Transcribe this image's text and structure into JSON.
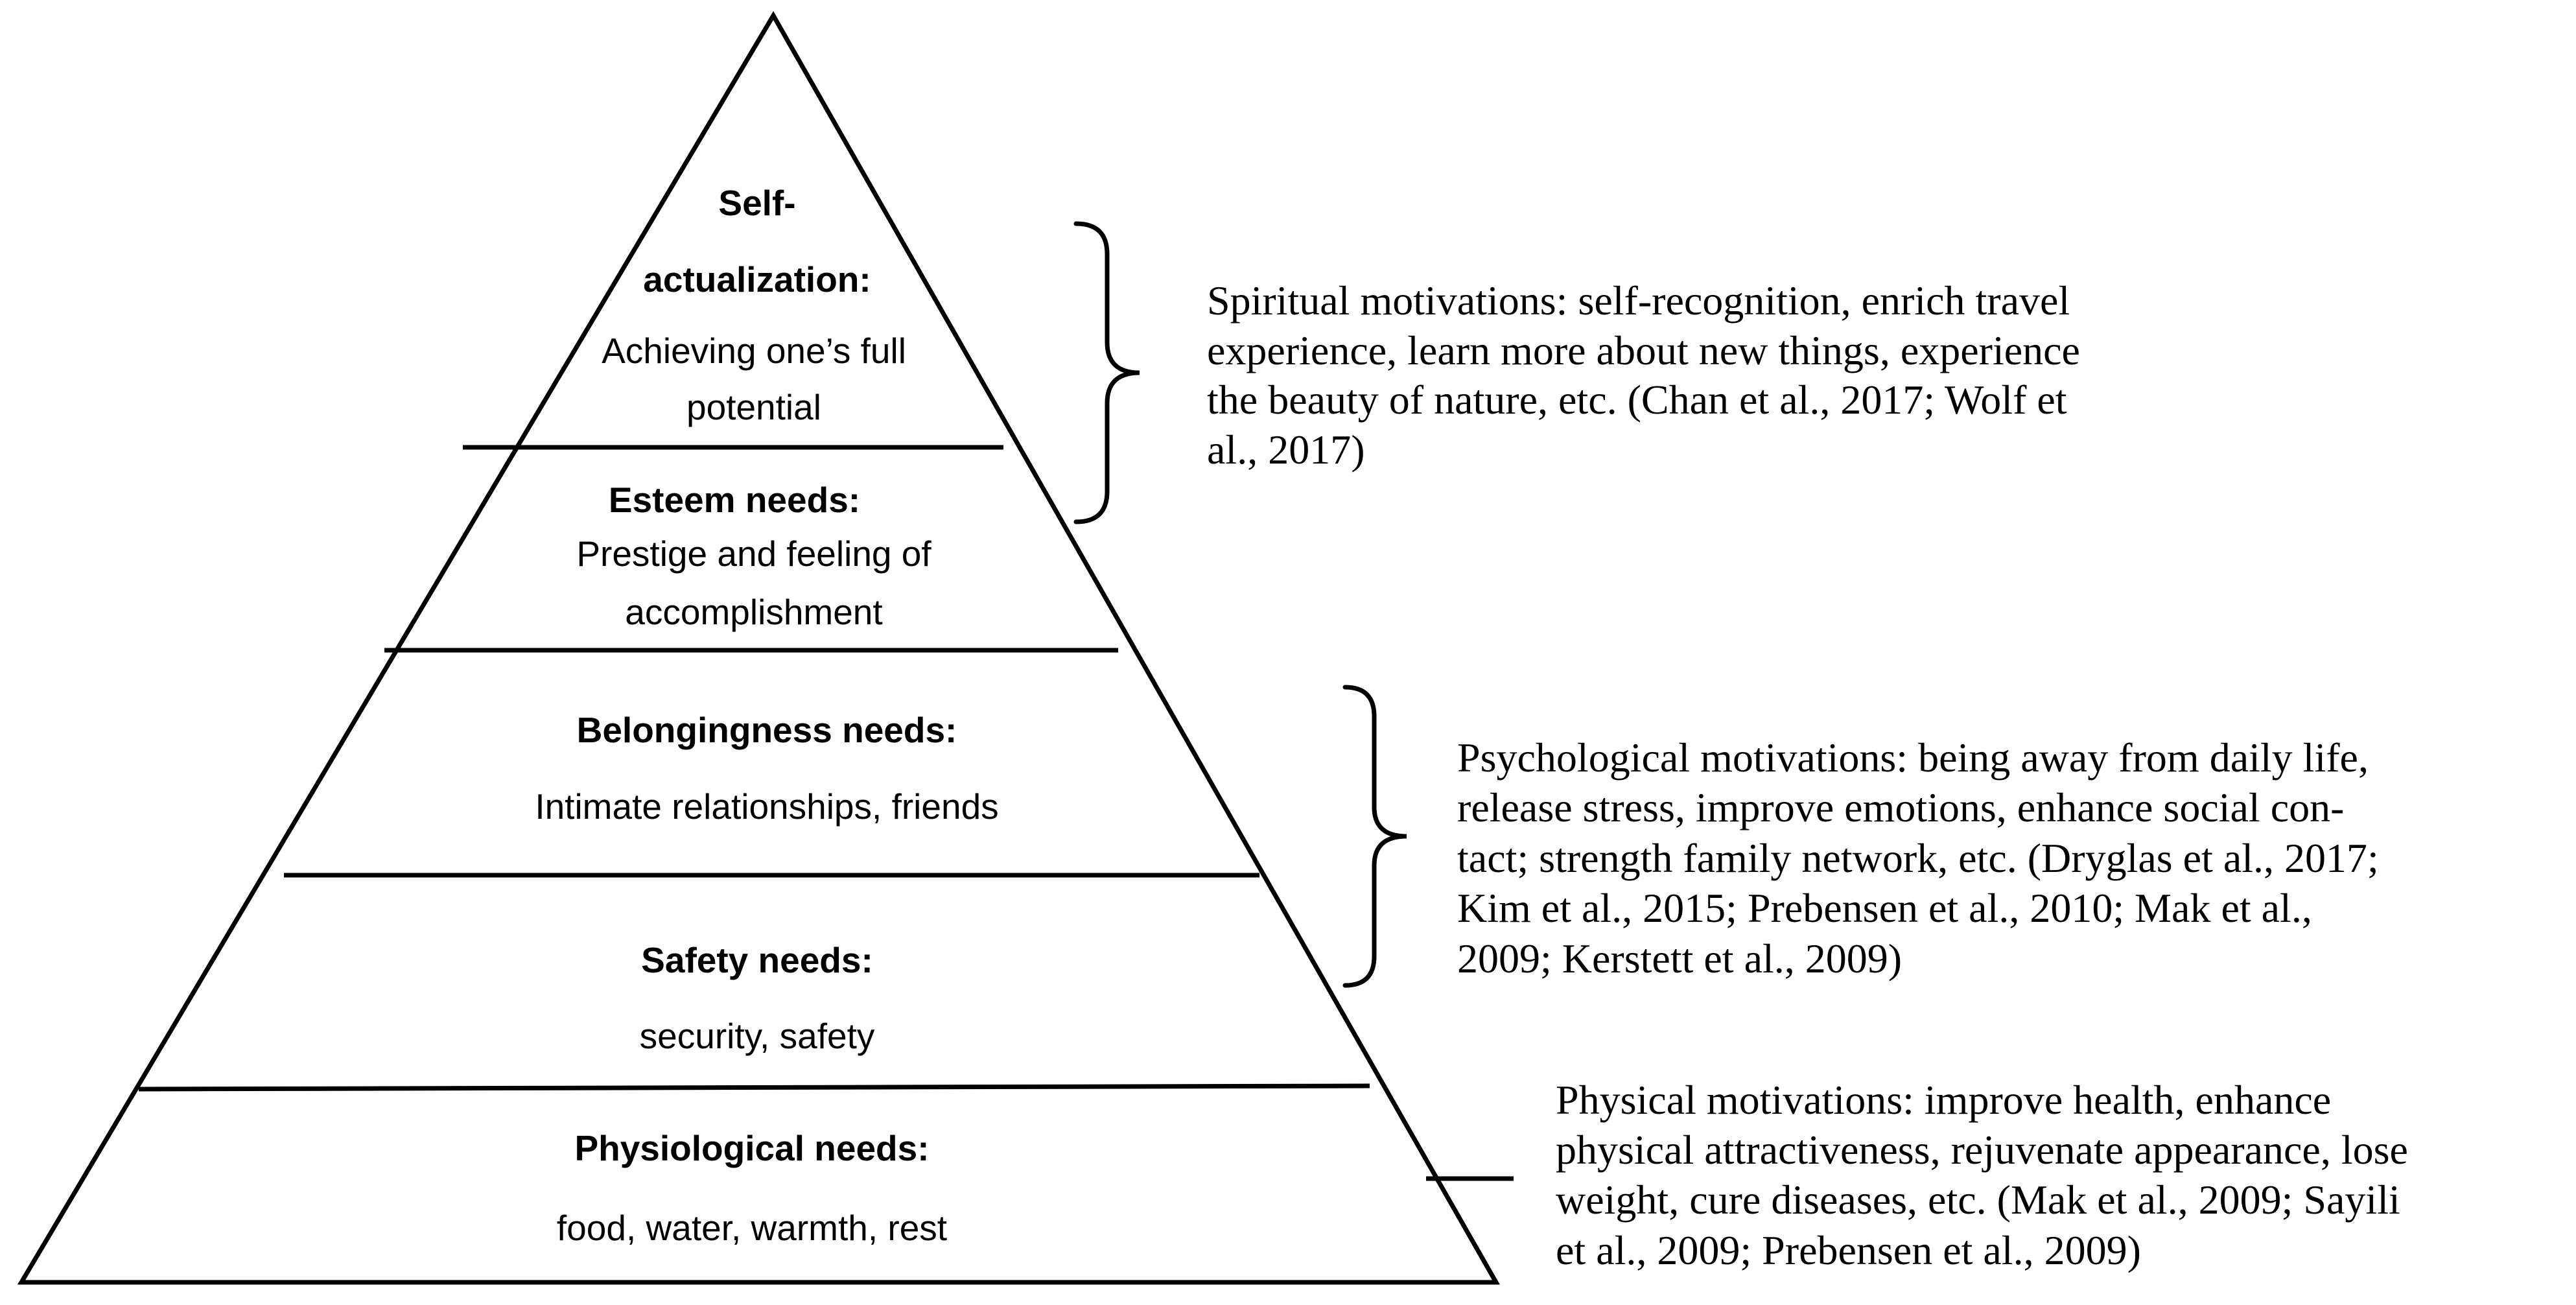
{
  "pyramid": {
    "levels": [
      {
        "id": "self-actualization",
        "title_lines": [
          "Self-",
          "actualization:"
        ],
        "desc_lines": [
          "Achieving one’s full",
          "potential"
        ]
      },
      {
        "id": "esteem",
        "title_lines": [
          "Esteem needs:"
        ],
        "desc_lines": [
          "Prestige and feeling of",
          "accomplishment"
        ]
      },
      {
        "id": "belongingness",
        "title_lines": [
          "Belongingness needs:"
        ],
        "desc_lines": [
          "Intimate relationships, friends"
        ]
      },
      {
        "id": "safety",
        "title_lines": [
          "Safety needs:"
        ],
        "desc_lines": [
          "security, safety"
        ]
      },
      {
        "id": "physiological",
        "title_lines": [
          "Physiological needs:"
        ],
        "desc_lines": [
          "food, water, warmth, rest"
        ]
      }
    ]
  },
  "motivations": {
    "spiritual": {
      "lines": [
        "Spiritual motivations: self-recognition, enrich travel",
        "experience, learn more about new things, experience",
        "the beauty of nature, etc. (Chan et al., 2017; Wolf et",
        "al., 2017)"
      ]
    },
    "psychological": {
      "lines": [
        "Psychological motivations: being away from daily life,",
        "release stress, improve emotions,  enhance social con-",
        "tact; strength family network, etc. (Dryglas et al., 2017;",
        "Kim et al., 2015; Prebensen et al., 2010; Mak et al.,",
        "2009; Kerstett et al., 2009)"
      ]
    },
    "physical": {
      "lines": [
        "Physical motivations: improve health, enhance",
        "physical attractiveness, rejuvenate appearance, lose",
        "weight, cure diseases, etc. (Mak et al., 2009; Sayili",
        "et al., 2009; Prebensen et al., 2009)"
      ]
    }
  }
}
